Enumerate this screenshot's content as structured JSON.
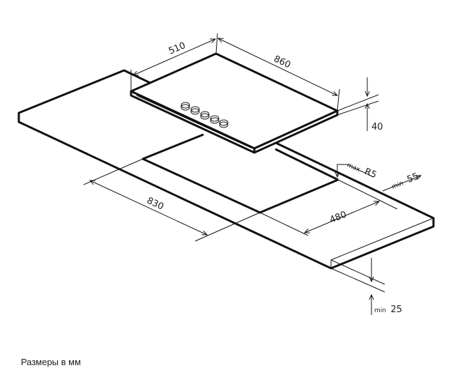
{
  "dimensions": {
    "hob_depth": "510",
    "hob_width": "860",
    "hob_height": "40",
    "cutout_width": "830",
    "cutout_depth": "480",
    "corner_radius_prefix": "max",
    "corner_radius_value": "R5",
    "edge_distance_prefix": "min",
    "edge_distance_value": "55",
    "worktop_thickness_prefix": "min",
    "worktop_thickness_value": "25"
  },
  "caption": "Размеры в мм"
}
